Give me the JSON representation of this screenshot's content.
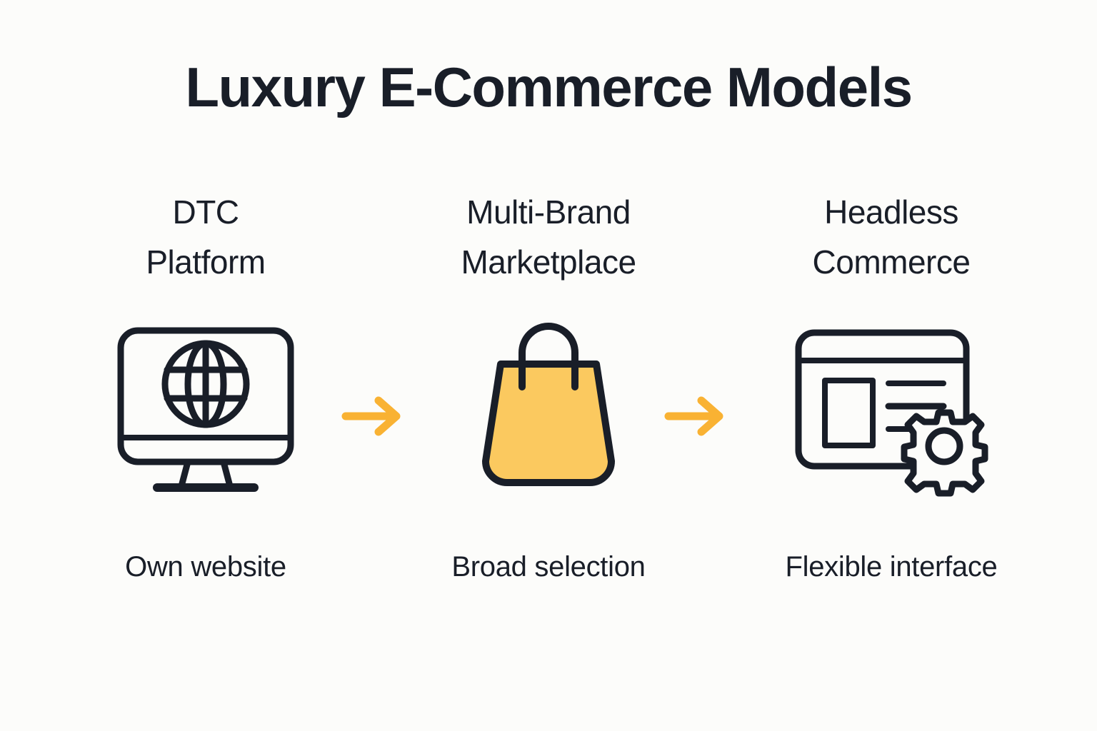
{
  "page": {
    "title": "Luxury E-Commerce Models",
    "background_color": "#fcfcfa",
    "ink_color": "#191e28",
    "accent_color": "#f9b233",
    "bag_fill_color": "#fbc95f"
  },
  "columns": [
    {
      "heading": "DTC\nPlatform",
      "icon": "monitor-globe-icon",
      "caption": "Own website"
    },
    {
      "heading": "Multi-Brand\nMarketplace",
      "icon": "shopping-bag-icon",
      "caption": "Broad selection"
    },
    {
      "heading": "Headless\nCommerce",
      "icon": "browser-window-gear-icon",
      "caption": "Flexible interface"
    }
  ],
  "connectors": [
    {
      "name": "arrow-right-1",
      "direction": "right"
    },
    {
      "name": "arrow-right-2",
      "direction": "right"
    }
  ]
}
